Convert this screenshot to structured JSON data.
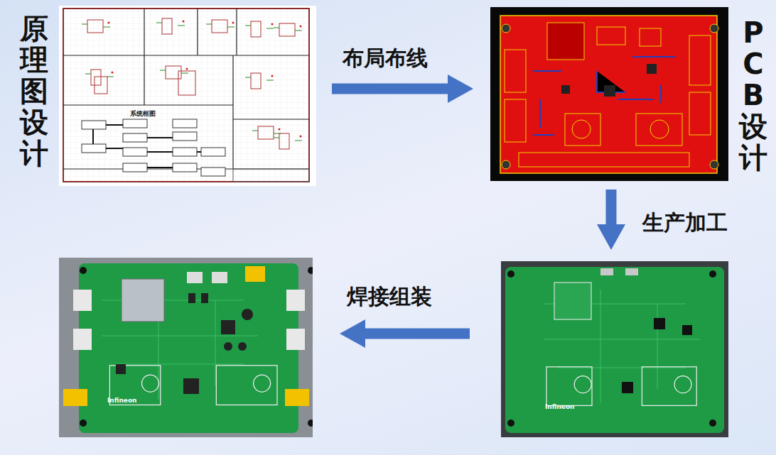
{
  "diagram": {
    "nodes": [
      {
        "text": [
          "原理图设计",
          "系统框图"
        ]
      },
      {
        "text": [
          "PCB设计"
        ]
      },
      {
        "text": [
          "Infineon"
        ]
      },
      {
        "text": [
          "Infineon"
        ]
      }
    ],
    "edges": [
      {
        "from": 0,
        "to": 1,
        "arrow": "to",
        "label": "布局布线"
      },
      {
        "from": 1,
        "to": 2,
        "arrow": "to",
        "label": "生产加工"
      },
      {
        "from": 2,
        "to": 3,
        "arrow": "to",
        "label": "焊接组装"
      }
    ]
  }
}
